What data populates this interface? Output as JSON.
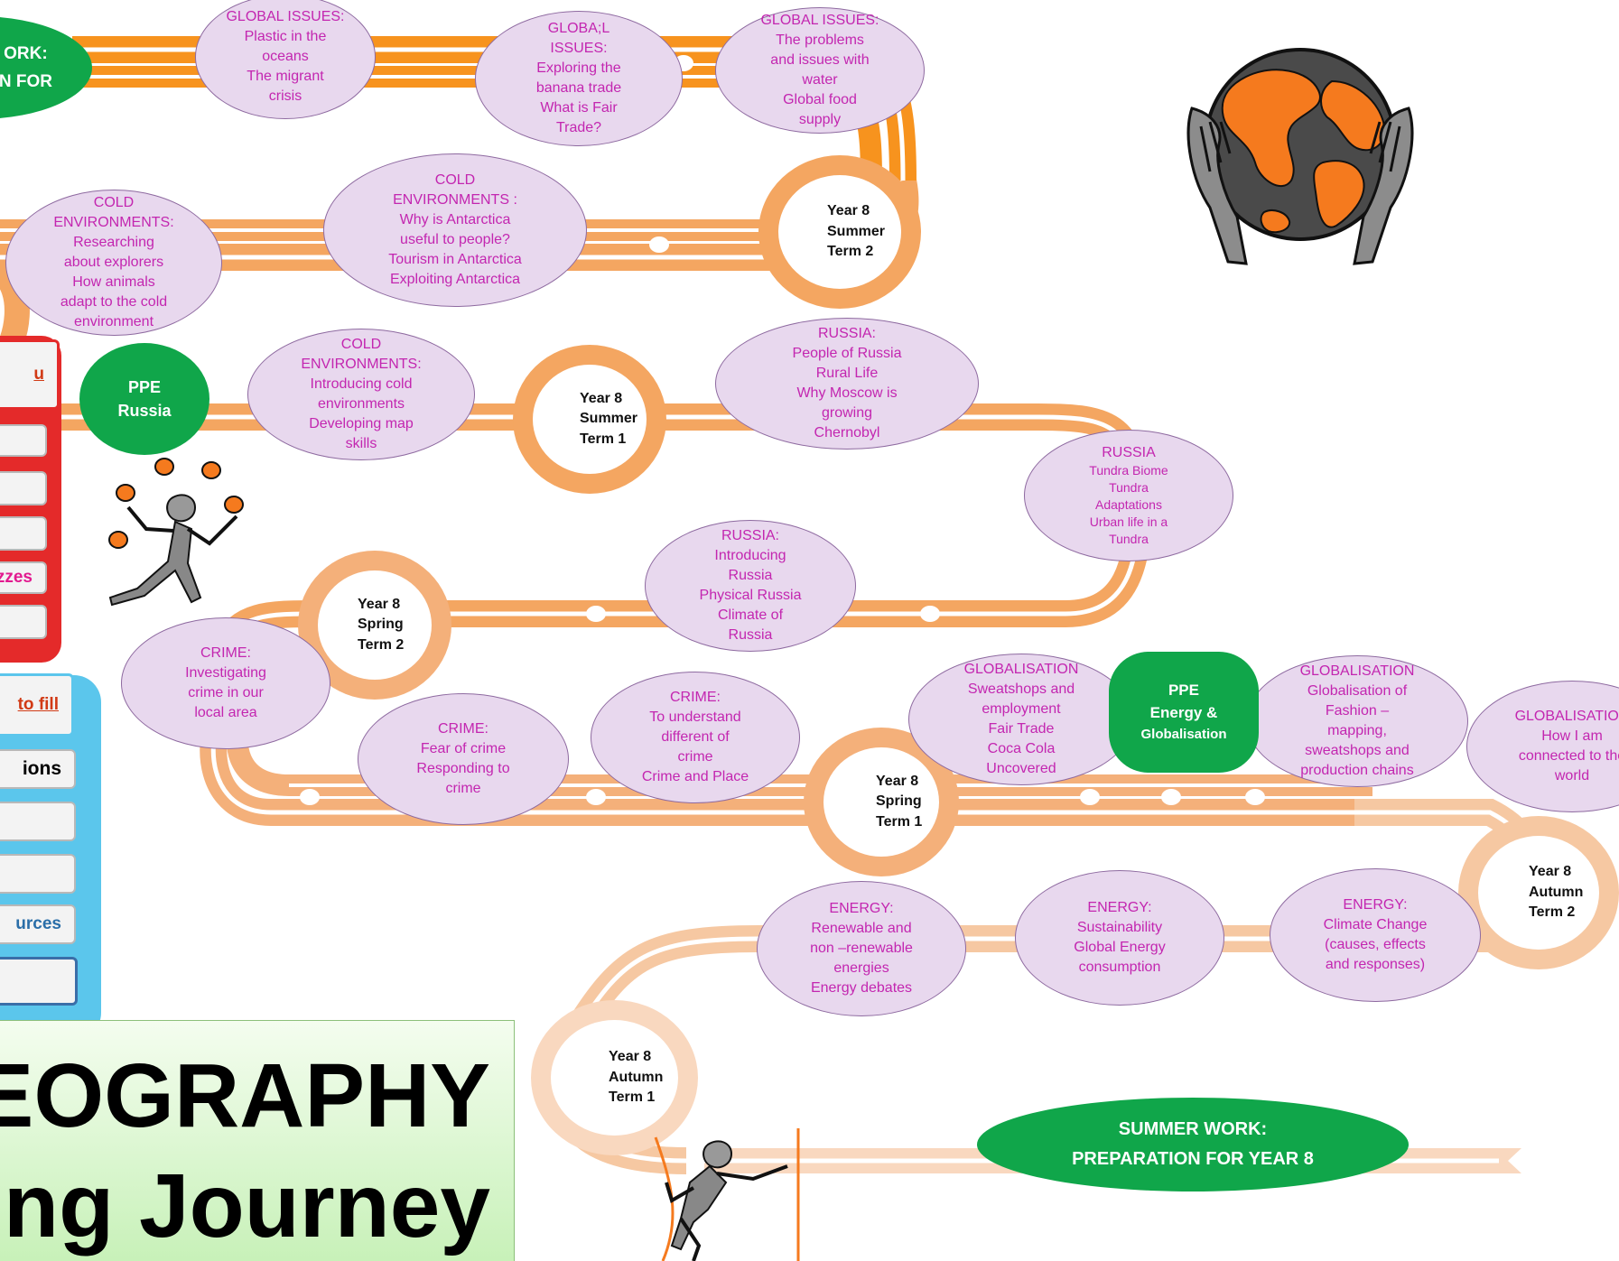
{
  "title": {
    "line1": "GEOGRAPHY",
    "line2": "ning Journey"
  },
  "terms": {
    "y8_autumn1": [
      "Year 8",
      "Autumn",
      "Term 1"
    ],
    "y8_autumn2": [
      "Year 8",
      "Autumn",
      "Term 2"
    ],
    "y8_spring1": [
      "Year 8",
      "Spring",
      "Term 1"
    ],
    "y8_spring2": [
      "Year 8",
      "Spring",
      "Term 2"
    ],
    "y8_summer1": [
      "Year 8",
      "Summer",
      "Term 1"
    ],
    "y8_summer2": [
      "Year 8",
      "Summer",
      "Term 2"
    ]
  },
  "topics": {
    "plastic": [
      "GLOBAL ISSUES:",
      "Plastic in the",
      "oceans",
      "The migrant",
      "crisis"
    ],
    "banana": [
      "GLOBA;L",
      "ISSUES:",
      "Exploring the",
      "banana trade",
      "What is Fair",
      "Trade?"
    ],
    "water": [
      "GLOBAL ISSUES:",
      "The problems",
      "and issues with",
      "water",
      "Global food",
      "supply"
    ],
    "antarctica": [
      "COLD",
      "ENVIRONMENTS :",
      "Why is Antarctica",
      "useful to people?",
      "Tourism in Antarctica",
      "Exploiting Antarctica"
    ],
    "explorers": [
      "COLD",
      "ENVIRONMENTS:",
      "Researching",
      "about explorers",
      "How animals",
      "adapt to the cold",
      "environment"
    ],
    "cold_intro": [
      "COLD",
      "ENVIRONMENTS:",
      "Introducing cold",
      "environments",
      "Developing map",
      "skills"
    ],
    "russia_people": [
      "RUSSIA:",
      "People of Russia",
      "Rural Life",
      "Why Moscow is",
      "growing",
      "Chernobyl"
    ],
    "russia_tundra": [
      "RUSSIA",
      "Tundra Biome",
      "Tundra",
      "Adaptations",
      "Urban life in a",
      "Tundra"
    ],
    "russia_intro": [
      "RUSSIA:",
      "Introducing",
      "Russia",
      "Physical Russia",
      "Climate of",
      "Russia"
    ],
    "crime_local": [
      "CRIME:",
      "Investigating",
      "crime in our",
      "local area"
    ],
    "crime_fear": [
      "CRIME:",
      "Fear of crime",
      "Responding to",
      "crime"
    ],
    "crime_place": [
      "CRIME:",
      "To understand",
      "different of",
      "crime",
      "Crime and Place"
    ],
    "glob_sweat": [
      "GLOBALISATION",
      "Sweatshops and",
      "employment",
      "Fair Trade",
      "Coca Cola",
      "Uncovered"
    ],
    "glob_fashion": [
      "GLOBALISATION",
      "Globalisation of",
      "Fashion –",
      "mapping,",
      "sweatshops and",
      "production chains"
    ],
    "glob_connected": [
      "GLOBALISATION",
      "How I am",
      "connected to the",
      "world"
    ],
    "energy_renew": [
      "ENERGY:",
      "Renewable and",
      "non –renewable",
      "energies",
      "Energy debates"
    ],
    "energy_sustain": [
      "ENERGY:",
      "Sustainability",
      "Global Energy",
      "consumption"
    ],
    "energy_climate": [
      "ENERGY:",
      "Climate Change",
      "(causes, effects",
      "and responses)"
    ]
  },
  "ppe": {
    "russia": [
      "PPE",
      "Russia"
    ],
    "energy": [
      "PPE",
      "Energy &",
      "Globalisation"
    ]
  },
  "summer_work": {
    "bottom": [
      "SUMMER WORK:",
      "PREPARATION FOR YEAR 8"
    ],
    "top_clipped": [
      "ORK:",
      "N FOR"
    ]
  },
  "menu": {
    "red_items": [
      "u",
      "",
      "",
      "",
      "zzes",
      ""
    ],
    "fill_link": "to fill",
    "blue_items": [
      "ions",
      "",
      "",
      "urces",
      ""
    ]
  },
  "colors": {
    "road_dark": "#f7931e",
    "road_mid": "#f4a661",
    "road_light": "#f6c8a2",
    "road_lightest": "#f9d8bf",
    "bubble_fill": "#e8d8ee",
    "bubble_text": "#c326b0",
    "green": "#10a64a",
    "menu_red": "#e42a2a",
    "menu_blue": "#5bc6ec"
  },
  "icons": [
    "globe-in-hands-icon",
    "juggler-icon",
    "climber-icon"
  ]
}
